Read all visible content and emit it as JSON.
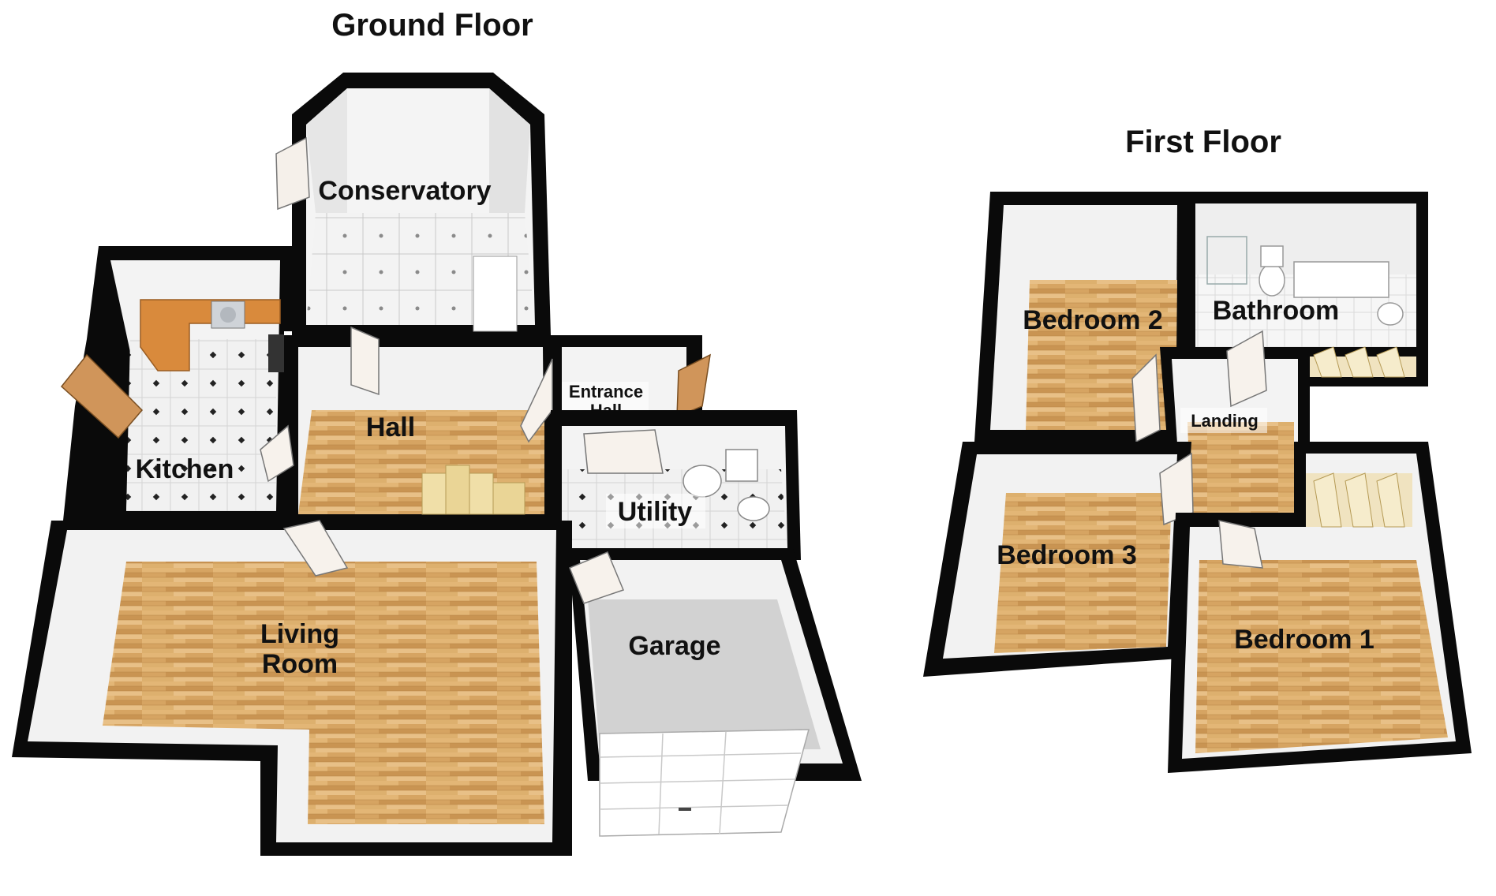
{
  "ground_floor": {
    "title": "Ground Floor",
    "rooms": {
      "conservatory": "Conservatory",
      "kitchen": "Kitchen",
      "hall": "Hall",
      "entrance_hall_line1": "Entrance",
      "entrance_hall_line2": "Hall",
      "utility": "Utility",
      "living_room_line1": "Living",
      "living_room_line2": "Room",
      "garage": "Garage"
    }
  },
  "first_floor": {
    "title": "First Floor",
    "rooms": {
      "bedroom_2": "Bedroom 2",
      "bathroom": "Bathroom",
      "landing": "Landing",
      "bedroom_3": "Bedroom 3",
      "bedroom_1": "Bedroom 1"
    }
  },
  "colors": {
    "wall": "#0a0a0a",
    "inner_wall": "#f2f2f2",
    "wood_floor": "#d9a866",
    "tile_floor": "#eeeeee",
    "garage_floor": "#cfcfcf",
    "worktop": "#d98a3c",
    "door": "#f7f2ec"
  }
}
